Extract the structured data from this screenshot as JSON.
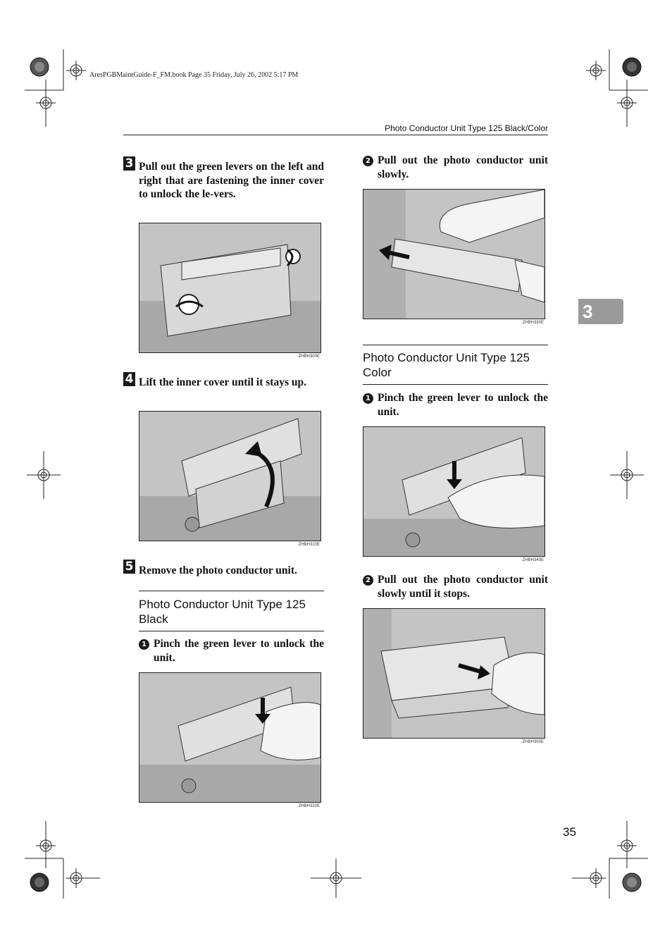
{
  "book_info": "AresPGBMaintGuide-F_FM.book  Page 35  Friday, July 26, 2002  5:17 PM",
  "running_header": "Photo Conductor Unit Type 125 Black/Color",
  "chapter_tab": "3",
  "page_number": "35",
  "steps": [
    {
      "number": "3",
      "text": "Pull out the green levers on the left and right that are fastening the inner cover to unlock the le-vers.",
      "figure_code": "ZHBH300E"
    },
    {
      "number": "4",
      "text": "Lift the inner cover until it stays up.",
      "figure_code": "ZHBH310E"
    },
    {
      "number": "5",
      "text": "Remove the photo conductor unit."
    }
  ],
  "black_section": {
    "heading": "Photo Conductor Unit Type 125 Black",
    "substeps": [
      {
        "number": "1",
        "text": "Pinch the green lever to unlock the unit.",
        "figure_code": "ZHBH320E"
      },
      {
        "number": "2",
        "text": "Pull out the photo conductor unit slowly.",
        "figure_code": "ZHBH330E"
      }
    ]
  },
  "color_section": {
    "heading": "Photo Conductor Unit Type 125 Color",
    "substeps": [
      {
        "number": "1",
        "text": "Pinch the green lever to unlock the unit.",
        "figure_code": "ZHBH340E"
      },
      {
        "number": "2",
        "text": "Pull out the photo conductor unit slowly until it stops.",
        "figure_code": "ZHBH350E"
      }
    ]
  }
}
